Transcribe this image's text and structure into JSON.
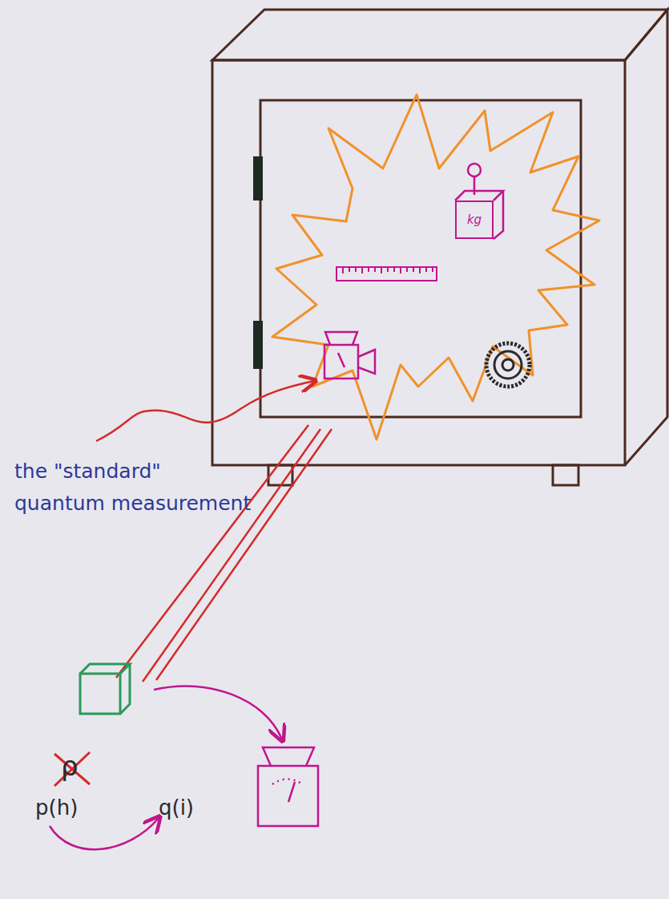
{
  "diagram": {
    "nodes": [
      {
        "text": [
          "kg"
        ]
      }
    ],
    "labels": [
      "the \"standard\" quantum measurement",
      "ρ",
      "p(h)",
      "q(i)"
    ]
  }
}
